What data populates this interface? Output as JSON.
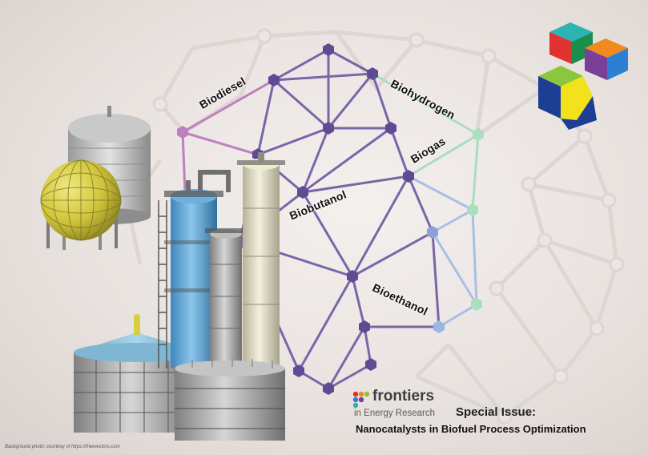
{
  "network": {
    "labels": [
      "Biodiesel",
      "Biohydrogen",
      "Biogas",
      "Biobutanol",
      "Bioethanol"
    ],
    "colors": {
      "node_dark": "#5f4b94",
      "node_pink": "#c07fbf",
      "node_blue": "#9fb6e0",
      "node_green": "#a8dfc0",
      "edge_purple": "#7866a8",
      "background_edge": "#d8d1ce"
    }
  },
  "logo": {
    "name": "frontiers",
    "journal": "in Energy Research",
    "icon": "frontiers-dots-icon"
  },
  "issue": {
    "special_issue": "Special Issue:",
    "title": "Nanocatalysts in Biofuel Process Optimization"
  },
  "credit": "Background photo: courtesy of https://freevectors.com",
  "cube": {
    "icon": "colorful-cube-icon",
    "colors": [
      "#2bb4b4",
      "#e0322e",
      "#1a8f4c",
      "#f08a1e",
      "#7a3f98",
      "#2d7fd1",
      "#8cc63f",
      "#f3e21b",
      "#1c3f95"
    ]
  },
  "industrial": {
    "icons": [
      "storage-tank-icon",
      "spherical-tank-icon",
      "distillation-column-icon",
      "digester-tank-icon"
    ],
    "colors": {
      "blue_column": "#5fa8d8",
      "cream_column": "#e6e3cf",
      "metal": "#a9a9a9",
      "sphere": "#d8cf43"
    }
  }
}
